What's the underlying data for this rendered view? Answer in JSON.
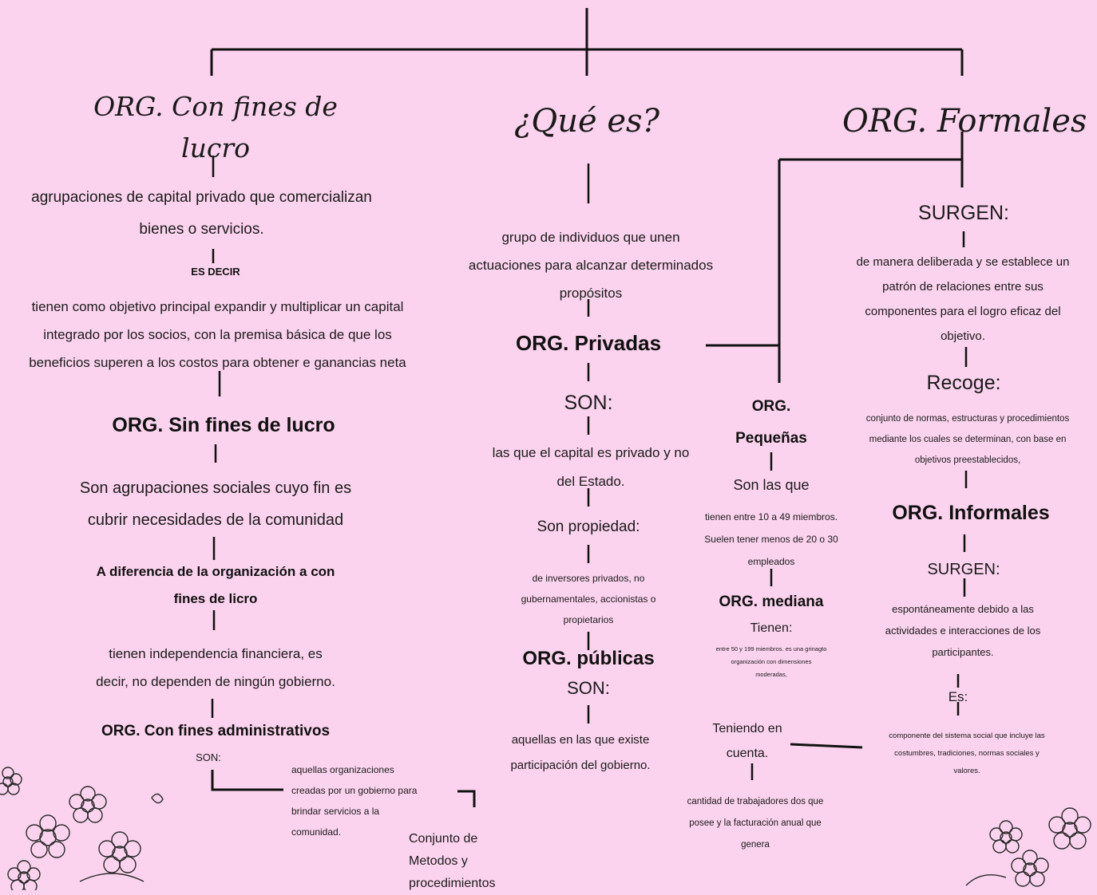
{
  "title_center": "¿Qué es?",
  "center": {
    "definition": [
      "grupo de individuos que unen",
      "actuaciones para alcanzar determinados",
      "propósitos"
    ],
    "privadas": {
      "title": "ORG. Privadas",
      "son": "SON:",
      "desc": [
        "las que el capital es privado y no",
        "del Estado."
      ],
      "propiedad": "Son propiedad:",
      "propiedad_desc": [
        "de inversores privados, no",
        "gubernamentales, accionistas o",
        "propietarios"
      ]
    },
    "publicas": {
      "title": "ORG. públicas",
      "son": "SON:",
      "desc": [
        "aquellas en las que existe",
        "participación del gobierno."
      ]
    }
  },
  "left": {
    "title": [
      "ORG. Con fines de",
      "lucro"
    ],
    "desc": [
      "agrupaciones de capital privado que comercializan",
      "bienes o servicios."
    ],
    "es_decir": "ES DECIR",
    "explain": [
      "tienen como objetivo principal expandir y multiplicar un capital",
      "integrado por los socios, con la premisa básica de que los",
      "beneficios superen a los costos para obtener e ganancias neta"
    ],
    "sin_fines": {
      "title": "ORG. Sin fines de lucro",
      "desc": [
        "Son agrupaciones sociales cuyo fin es",
        "cubrir necesidades de la comunidad"
      ],
      "diferencia": [
        "A diferencia de la organización a con",
        "fines de licro"
      ],
      "independencia": [
        "tienen independencia financiera, es",
        "decir, no dependen de ningún gobierno."
      ]
    },
    "administrativos": {
      "title": "ORG. Con fines administrativos",
      "son": "SON:",
      "desc": [
        "aquellas organizaciones",
        "creadas por un gobierno para",
        "brindar servicios a la",
        "comunidad."
      ],
      "conjunto": [
        "Conjunto de",
        "Metodos y",
        "procedimientos"
      ]
    }
  },
  "mid_right": {
    "pequenas": {
      "title": [
        "ORG.",
        "Pequeñas"
      ],
      "son": "Son las que",
      "desc": [
        "tienen entre 10 a 49 miembros.",
        "Suelen tener menos de 20 o 30",
        "empleados"
      ]
    },
    "mediana": {
      "title": "ORG. mediana",
      "tienen": "Tienen:",
      "desc": [
        "entre 50 y 199 miembros. es una grinagto",
        "organización con dimensiones",
        "moderadas,"
      ]
    },
    "teniendo": [
      "Teniendo en",
      "cuenta."
    ],
    "teniendo_desc": [
      "cantidad de trabajadores dos que",
      "posee y la facturación anual que",
      "genera"
    ]
  },
  "right": {
    "title": "ORG. Formales",
    "surgen": "SURGEN:",
    "surgen_desc": [
      "de manera deliberada y se establece un",
      "patrón de relaciones entre sus",
      "componentes para el logro eficaz del",
      "objetivo."
    ],
    "recoge": "Recoge:",
    "recoge_desc": [
      "conjunto de normas, estructuras y procedimientos",
      "mediante los cuales se determinan, con base en",
      "objetivos preestablecidos,"
    ],
    "informales": {
      "title": "ORG. Informales",
      "surgen": "SURGEN:",
      "surgen_desc": [
        "espontáneamente debido a las",
        "actividades e interacciones de los",
        "participantes."
      ],
      "es": "Es:",
      "es_desc": [
        "componente del sistema social que incluye las",
        "costumbres, tradiciones, normas sociales y",
        "valores."
      ]
    }
  }
}
